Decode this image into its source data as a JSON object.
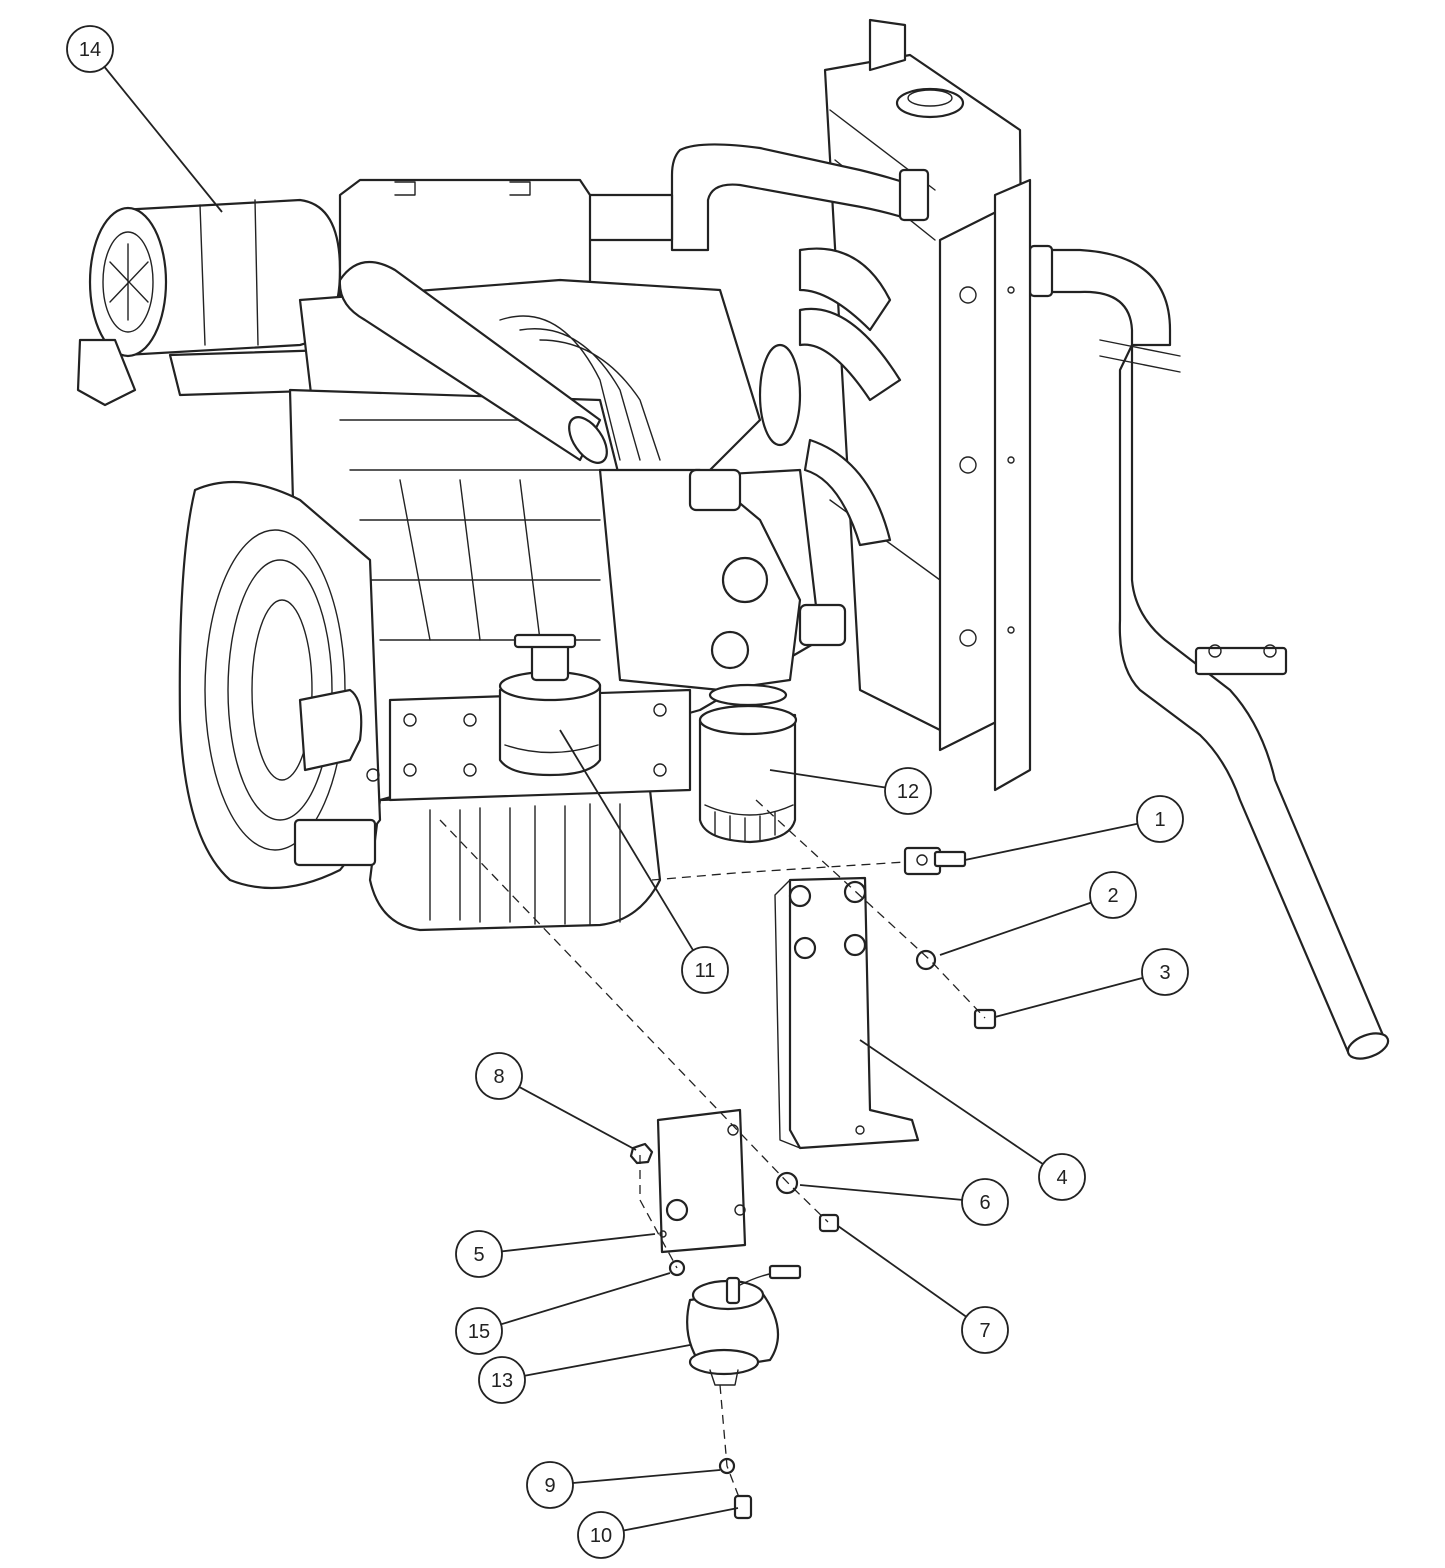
{
  "diagram": {
    "callouts": [
      {
        "id": "1",
        "label": "1",
        "part": "fitting"
      },
      {
        "id": "2",
        "label": "2",
        "part": "washer"
      },
      {
        "id": "3",
        "label": "3",
        "part": "plug"
      },
      {
        "id": "4",
        "label": "4",
        "part": "l-bracket"
      },
      {
        "id": "5",
        "label": "5",
        "part": "mount-plate"
      },
      {
        "id": "6",
        "label": "6",
        "part": "washer"
      },
      {
        "id": "7",
        "label": "7",
        "part": "bolt"
      },
      {
        "id": "8",
        "label": "8",
        "part": "nut"
      },
      {
        "id": "9",
        "label": "9",
        "part": "washer"
      },
      {
        "id": "10",
        "label": "10",
        "part": "bolt"
      },
      {
        "id": "11",
        "label": "11",
        "part": "fuel-filter"
      },
      {
        "id": "12",
        "label": "12",
        "part": "oil-filter"
      },
      {
        "id": "13",
        "label": "13",
        "part": "fuel-pump"
      },
      {
        "id": "14",
        "label": "14",
        "part": "air-cleaner"
      },
      {
        "id": "15",
        "label": "15",
        "part": "washer"
      }
    ],
    "line_color": "#222222",
    "background": "#ffffff"
  }
}
